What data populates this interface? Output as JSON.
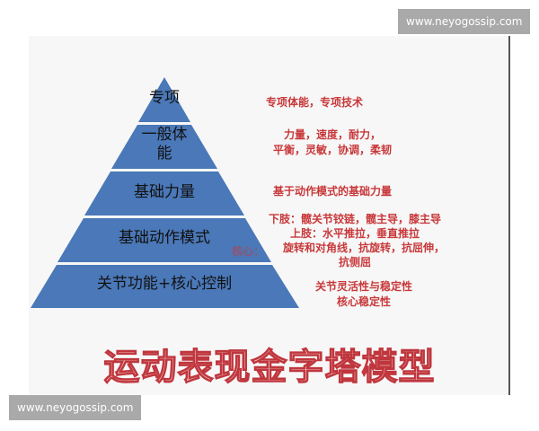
{
  "pyramid": {
    "levels": [
      {
        "label_lines": [
          "专项"
        ],
        "description_lines": [
          "专项体能，专项技术"
        ]
      },
      {
        "label_lines": [
          "一般体",
          "能"
        ],
        "description_lines": [
          "力量，速度，耐力，",
          "平衡，灵敏，协调，柔韧"
        ]
      },
      {
        "label_lines": [
          "基础力量"
        ],
        "description_lines": [
          "基于动作模式的基础力量"
        ]
      },
      {
        "label_lines": [
          "基础动作模式"
        ],
        "description_lines": [
          "下肢：髋关节铰链，髋主导，膝主导",
          "上肢：水平推拉，垂直推拉",
          "旋转和对角线，抗旋转，抗屈伸，",
          "抗侧屈"
        ],
        "overlay_label": "核心："
      },
      {
        "label_lines": [
          "关节功能+核心控制"
        ],
        "description_lines": [
          "关节灵活性与稳定性",
          "核心稳定性"
        ]
      }
    ],
    "fill_color": "#4a78b8",
    "description_color": "#c8383a"
  },
  "title": "运动表现金字塔模型",
  "watermarks": {
    "top": "www.neyogossip.com",
    "bottom": "www.neyogossip.com"
  }
}
